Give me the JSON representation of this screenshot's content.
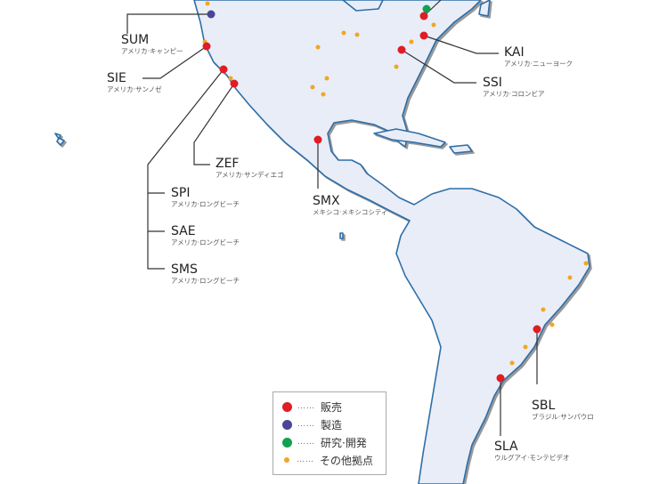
{
  "colors": {
    "sales": "#e01c24",
    "manufacturing": "#4a4598",
    "rnd": "#12a150",
    "other": "#f2a623",
    "land": "#e9edf8",
    "coast": "#2e6ea6"
  },
  "sites": [
    {
      "code": "SUM",
      "place": "アメリカ·キャンピー",
      "type": "manufacturing"
    },
    {
      "code": "SIE",
      "place": "アメリカ·サンノゼ",
      "type": "sales"
    },
    {
      "code": "ZEF",
      "place": "アメリカ·サンディエゴ",
      "type": "sales"
    },
    {
      "code": "SPI",
      "place": "アメリカ·ロングビーチ",
      "type": "sales"
    },
    {
      "code": "SAE",
      "place": "アメリカ·ロングビーチ",
      "type": "sales"
    },
    {
      "code": "SMS",
      "place": "アメリカ·ロングビーチ",
      "type": "sales"
    },
    {
      "code": "SMX",
      "place": "メキシコ·メキシコシティ",
      "type": "sales"
    },
    {
      "code": "KAI",
      "place": "アメリカ·ニューヨーク",
      "type": "sales"
    },
    {
      "code": "SSI",
      "place": "アメリカ·コロンビア",
      "type": "sales"
    },
    {
      "code": "SBL",
      "place": "ブラジル·サンパウロ",
      "type": "sales"
    },
    {
      "code": "SLA",
      "place": "ウルグアイ·モンテビデオ",
      "type": "sales"
    }
  ],
  "legend": [
    {
      "label": "販売",
      "type": "sales"
    },
    {
      "label": "製造",
      "type": "manufacturing"
    },
    {
      "label": "研究·開発",
      "type": "rnd"
    },
    {
      "label": "その他拠点",
      "type": "other"
    }
  ],
  "legend_dots": "……"
}
